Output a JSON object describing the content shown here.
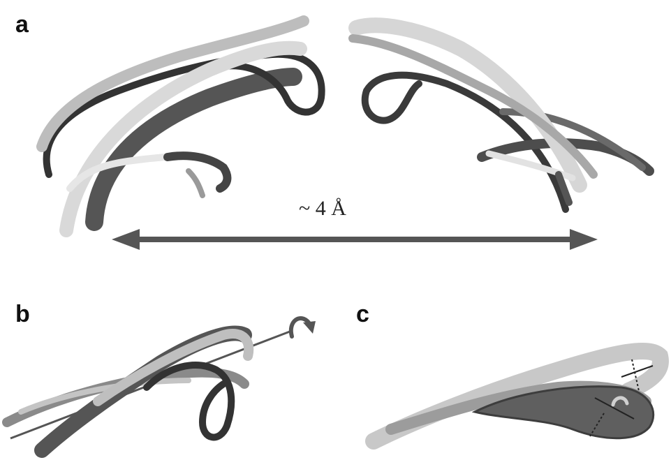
{
  "figure": {
    "panels": [
      {
        "label": "a"
      },
      {
        "label": "b"
      },
      {
        "label": "c"
      }
    ],
    "annotations": {
      "distance_label": "~ 4 Å"
    }
  }
}
